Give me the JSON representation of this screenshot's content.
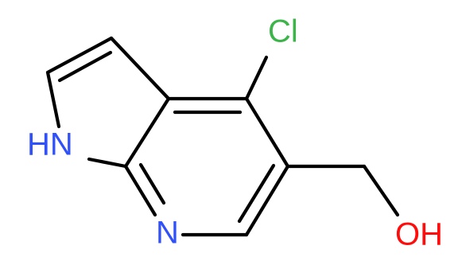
{
  "molecule": {
    "atoms": {
      "chlorine": "Cl",
      "nh": "HN",
      "n": "N",
      "oh": "OH"
    }
  },
  "colors": {
    "chlorine": "#3cb44a",
    "nitrogen": "#3050f8",
    "oxygen": "#ff0d0d",
    "bond": "#000000"
  }
}
